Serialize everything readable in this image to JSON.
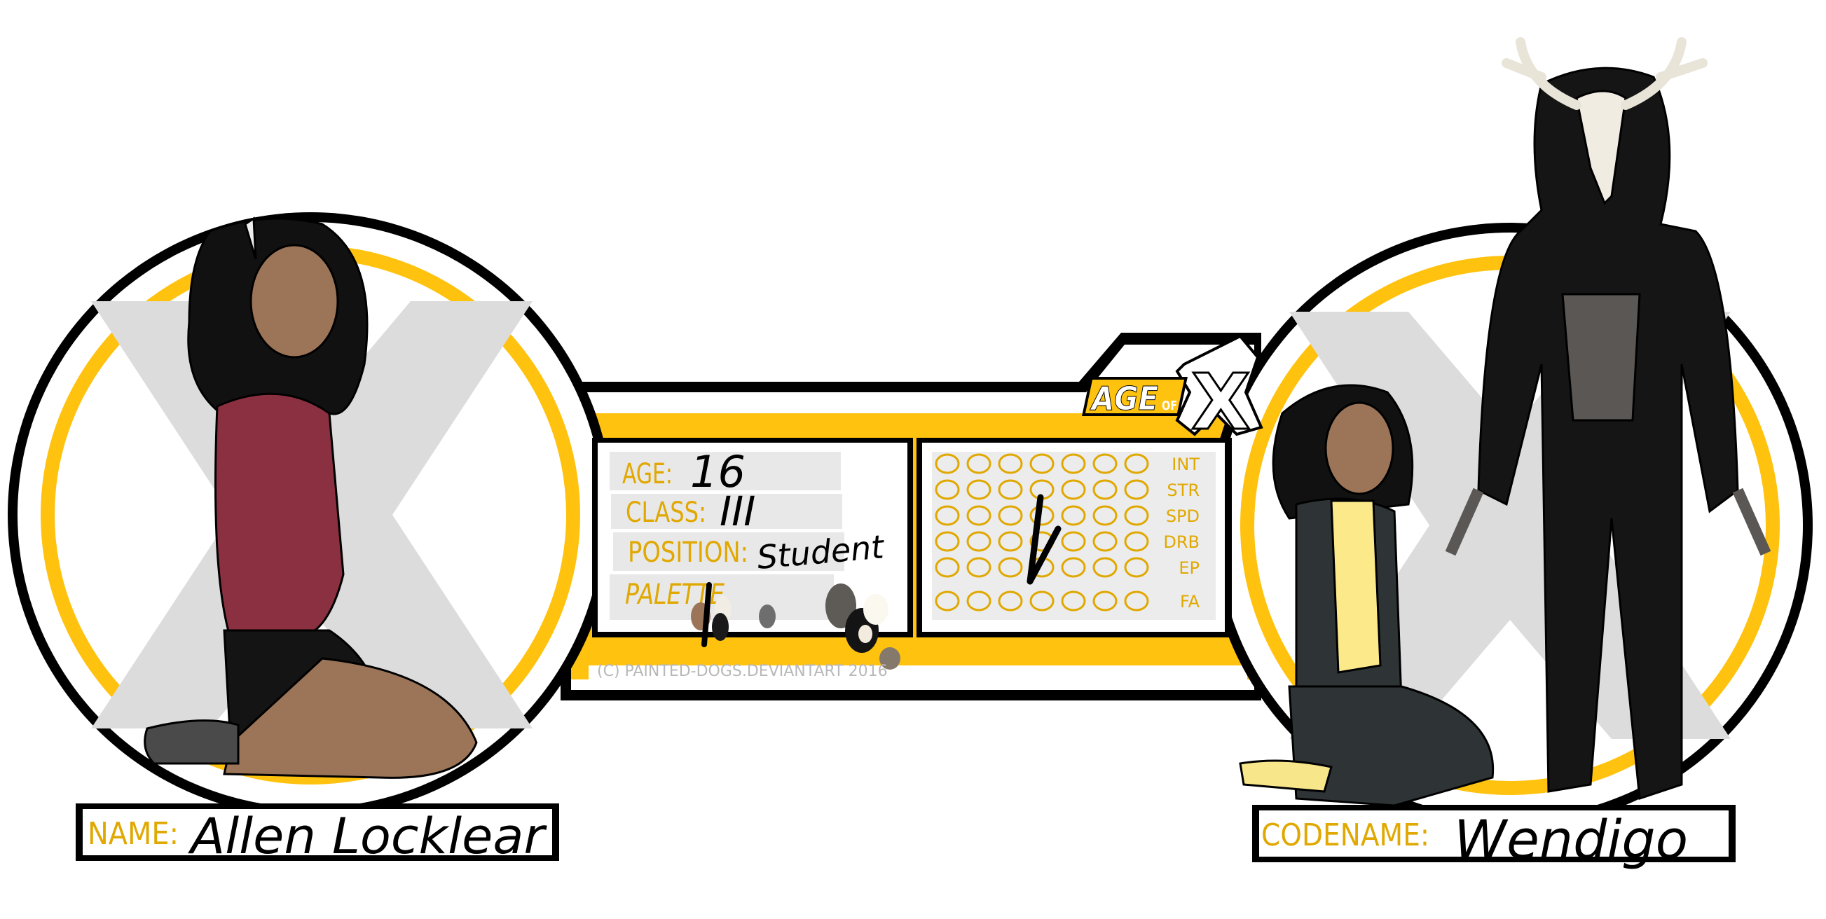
{
  "colors": {
    "accent": "#FFC20E",
    "label": "#E0A800",
    "x_grey": "#DCDCDC",
    "ink": "#000000"
  },
  "logo": {
    "age": "AGE",
    "of": "OF",
    "x": "X"
  },
  "profile": {
    "age_label": "AGE:",
    "age": "16",
    "class_label": "CLASS:",
    "class": "III",
    "position_label": "POSITION:",
    "position": "Student",
    "palette_label": "PALETTE",
    "palette": [
      "#9C7558",
      "#F2EDE4",
      "#1A1A1A",
      "#6E6E6E",
      "#5E5B56",
      "#141414",
      "#FBF8EF",
      "#F3EBDD",
      "#85796C"
    ]
  },
  "stats": {
    "rows": [
      {
        "label": "INT",
        "filled": 0
      },
      {
        "label": "STR",
        "filled": 0
      },
      {
        "label": "SPD",
        "filled": 0
      },
      {
        "label": "DRB",
        "filled": 0
      },
      {
        "label": "EP",
        "filled": 0
      },
      {
        "label": "FA",
        "filled": 0
      }
    ],
    "max": 7
  },
  "copyright": "(C) PAINTED-DOGS.DEVIANTART 2016",
  "name": {
    "label": "NAME:",
    "value": "Allen Locklear"
  },
  "codename": {
    "label": "CODENAME:",
    "value": "Wendigo"
  }
}
